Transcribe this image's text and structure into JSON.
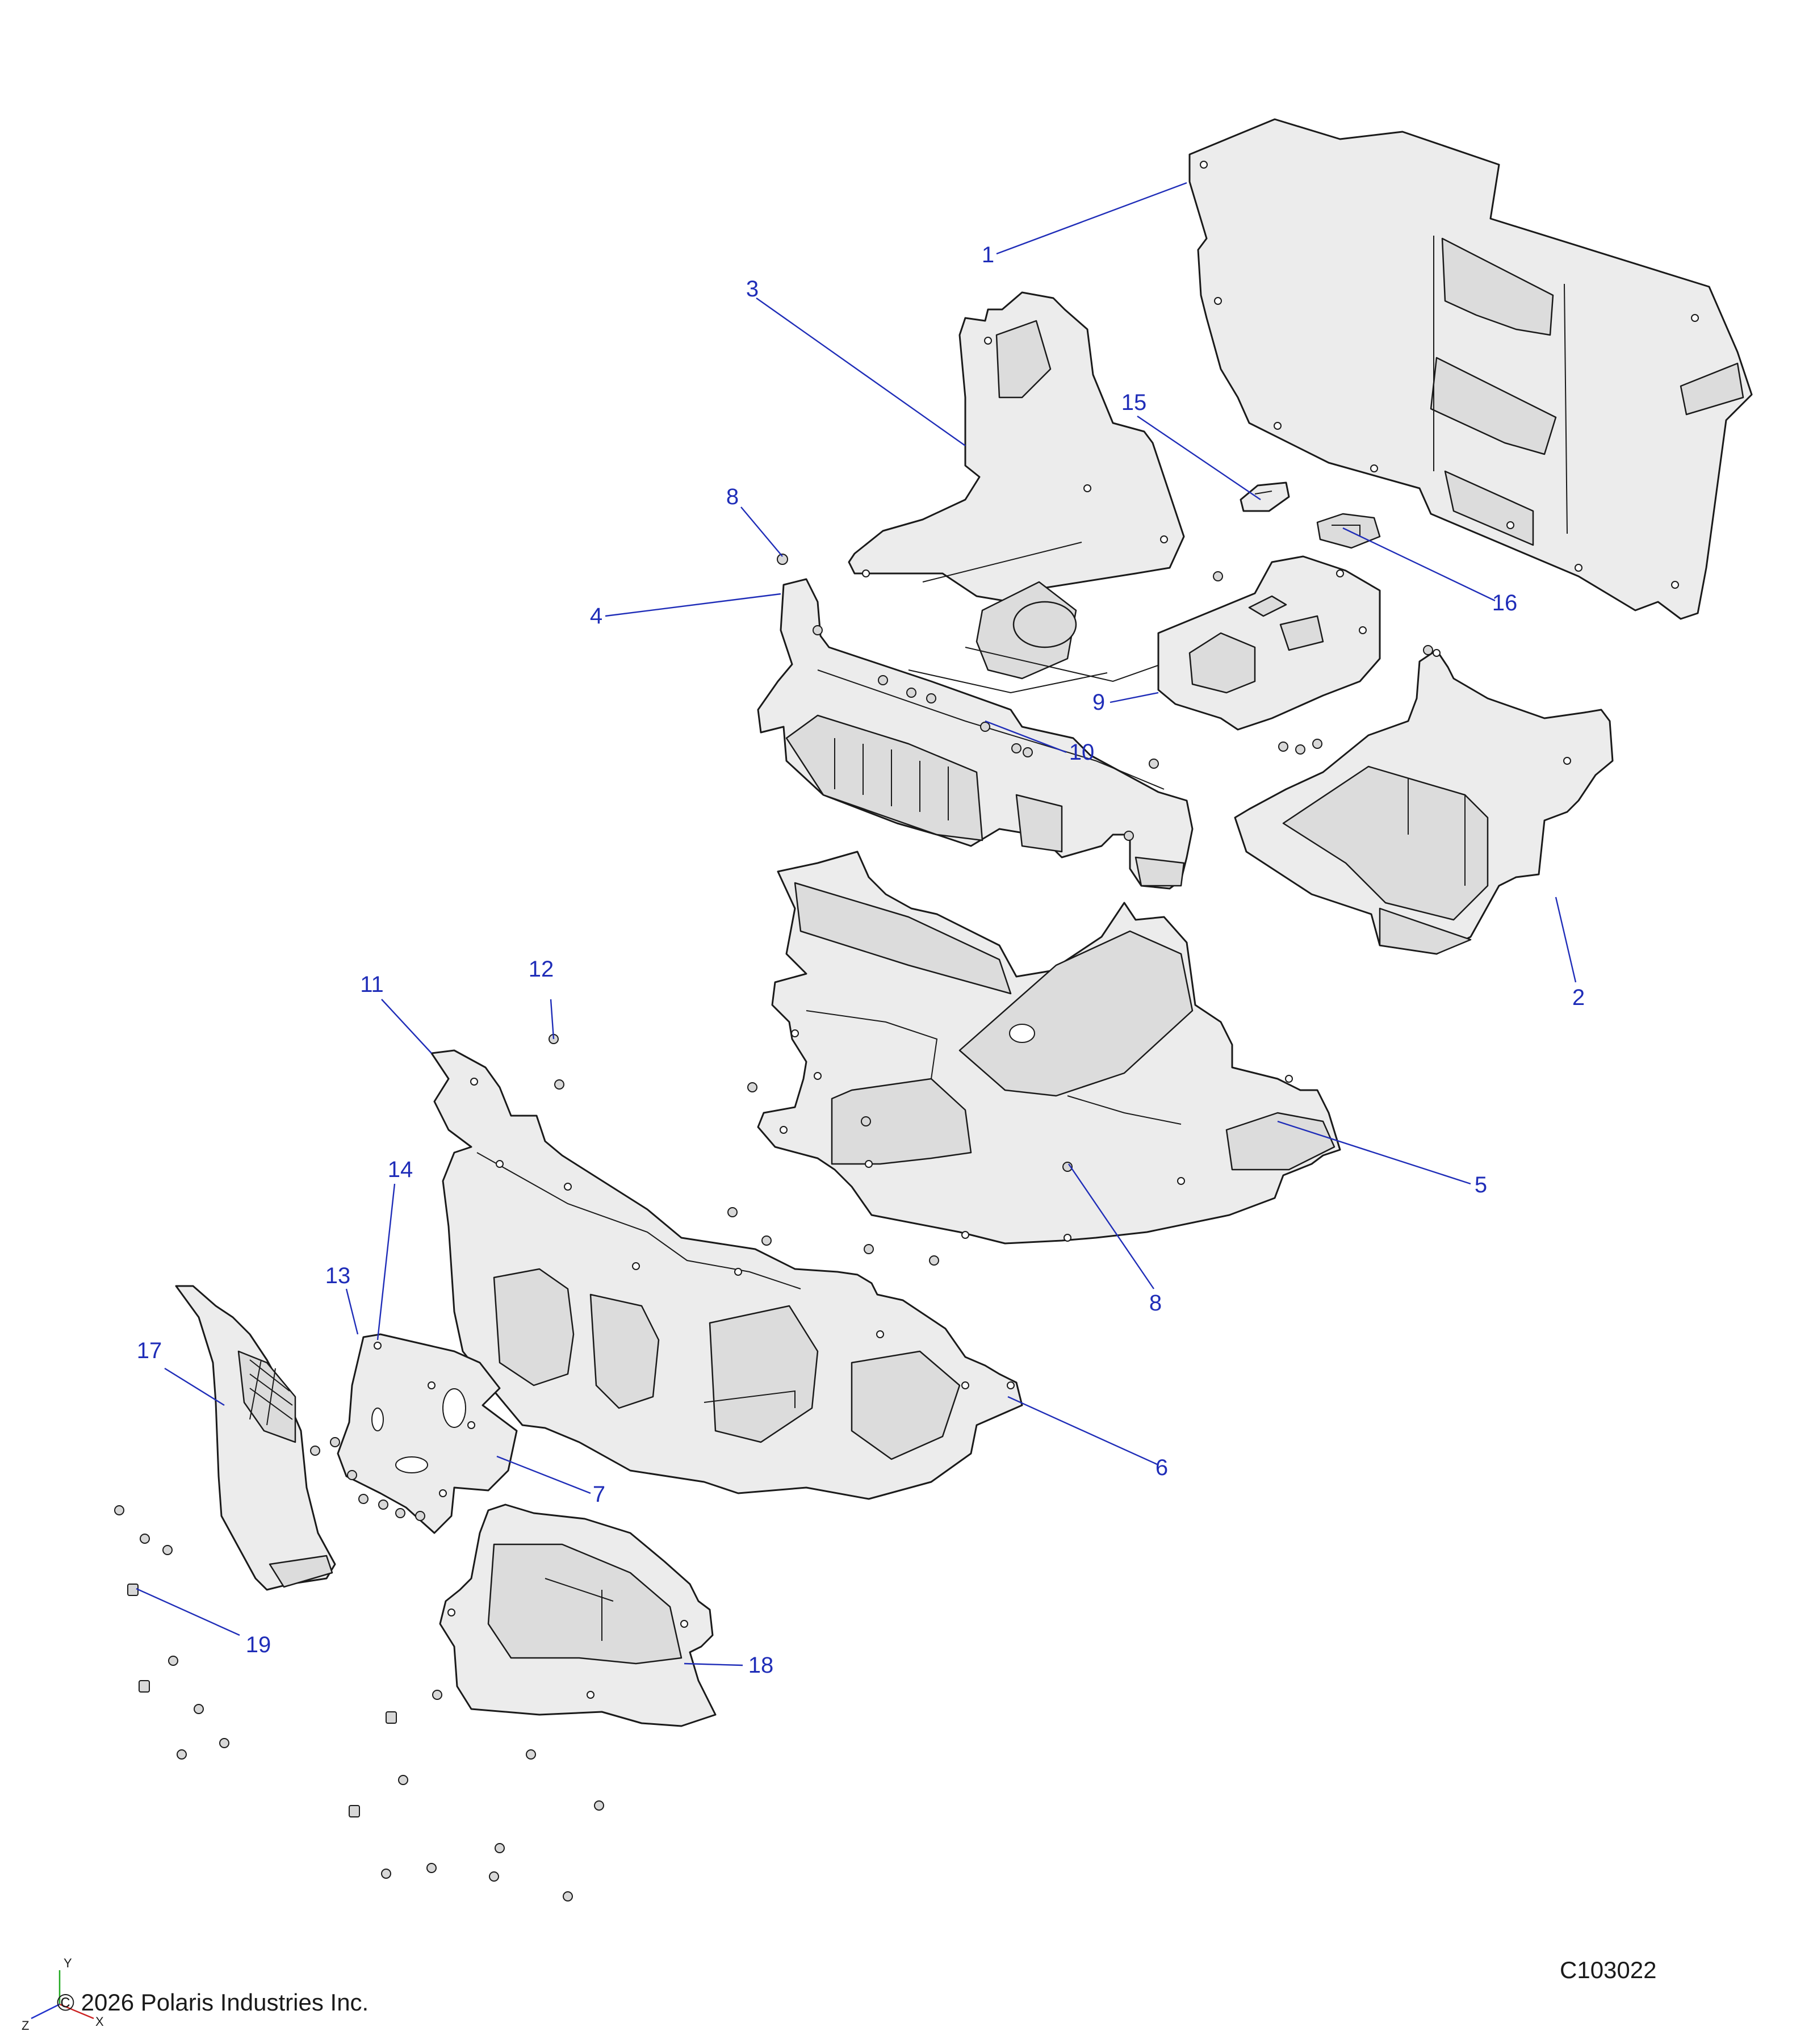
{
  "diagram": {
    "drawing_number": "C103022",
    "copyright": "© 2026 Polaris Industries Inc.",
    "callouts": [
      "1",
      "2",
      "3",
      "4",
      "5",
      "6",
      "7",
      "8",
      "8",
      "9",
      "10",
      "11",
      "12",
      "13",
      "14",
      "15",
      "16",
      "17",
      "18",
      "19"
    ],
    "axes": {
      "y": "Y",
      "z": "Z",
      "x": "X"
    },
    "colors": {
      "callout": "#1f2db8",
      "line": "#1a1a1a",
      "part_fill": "#ececec"
    }
  }
}
